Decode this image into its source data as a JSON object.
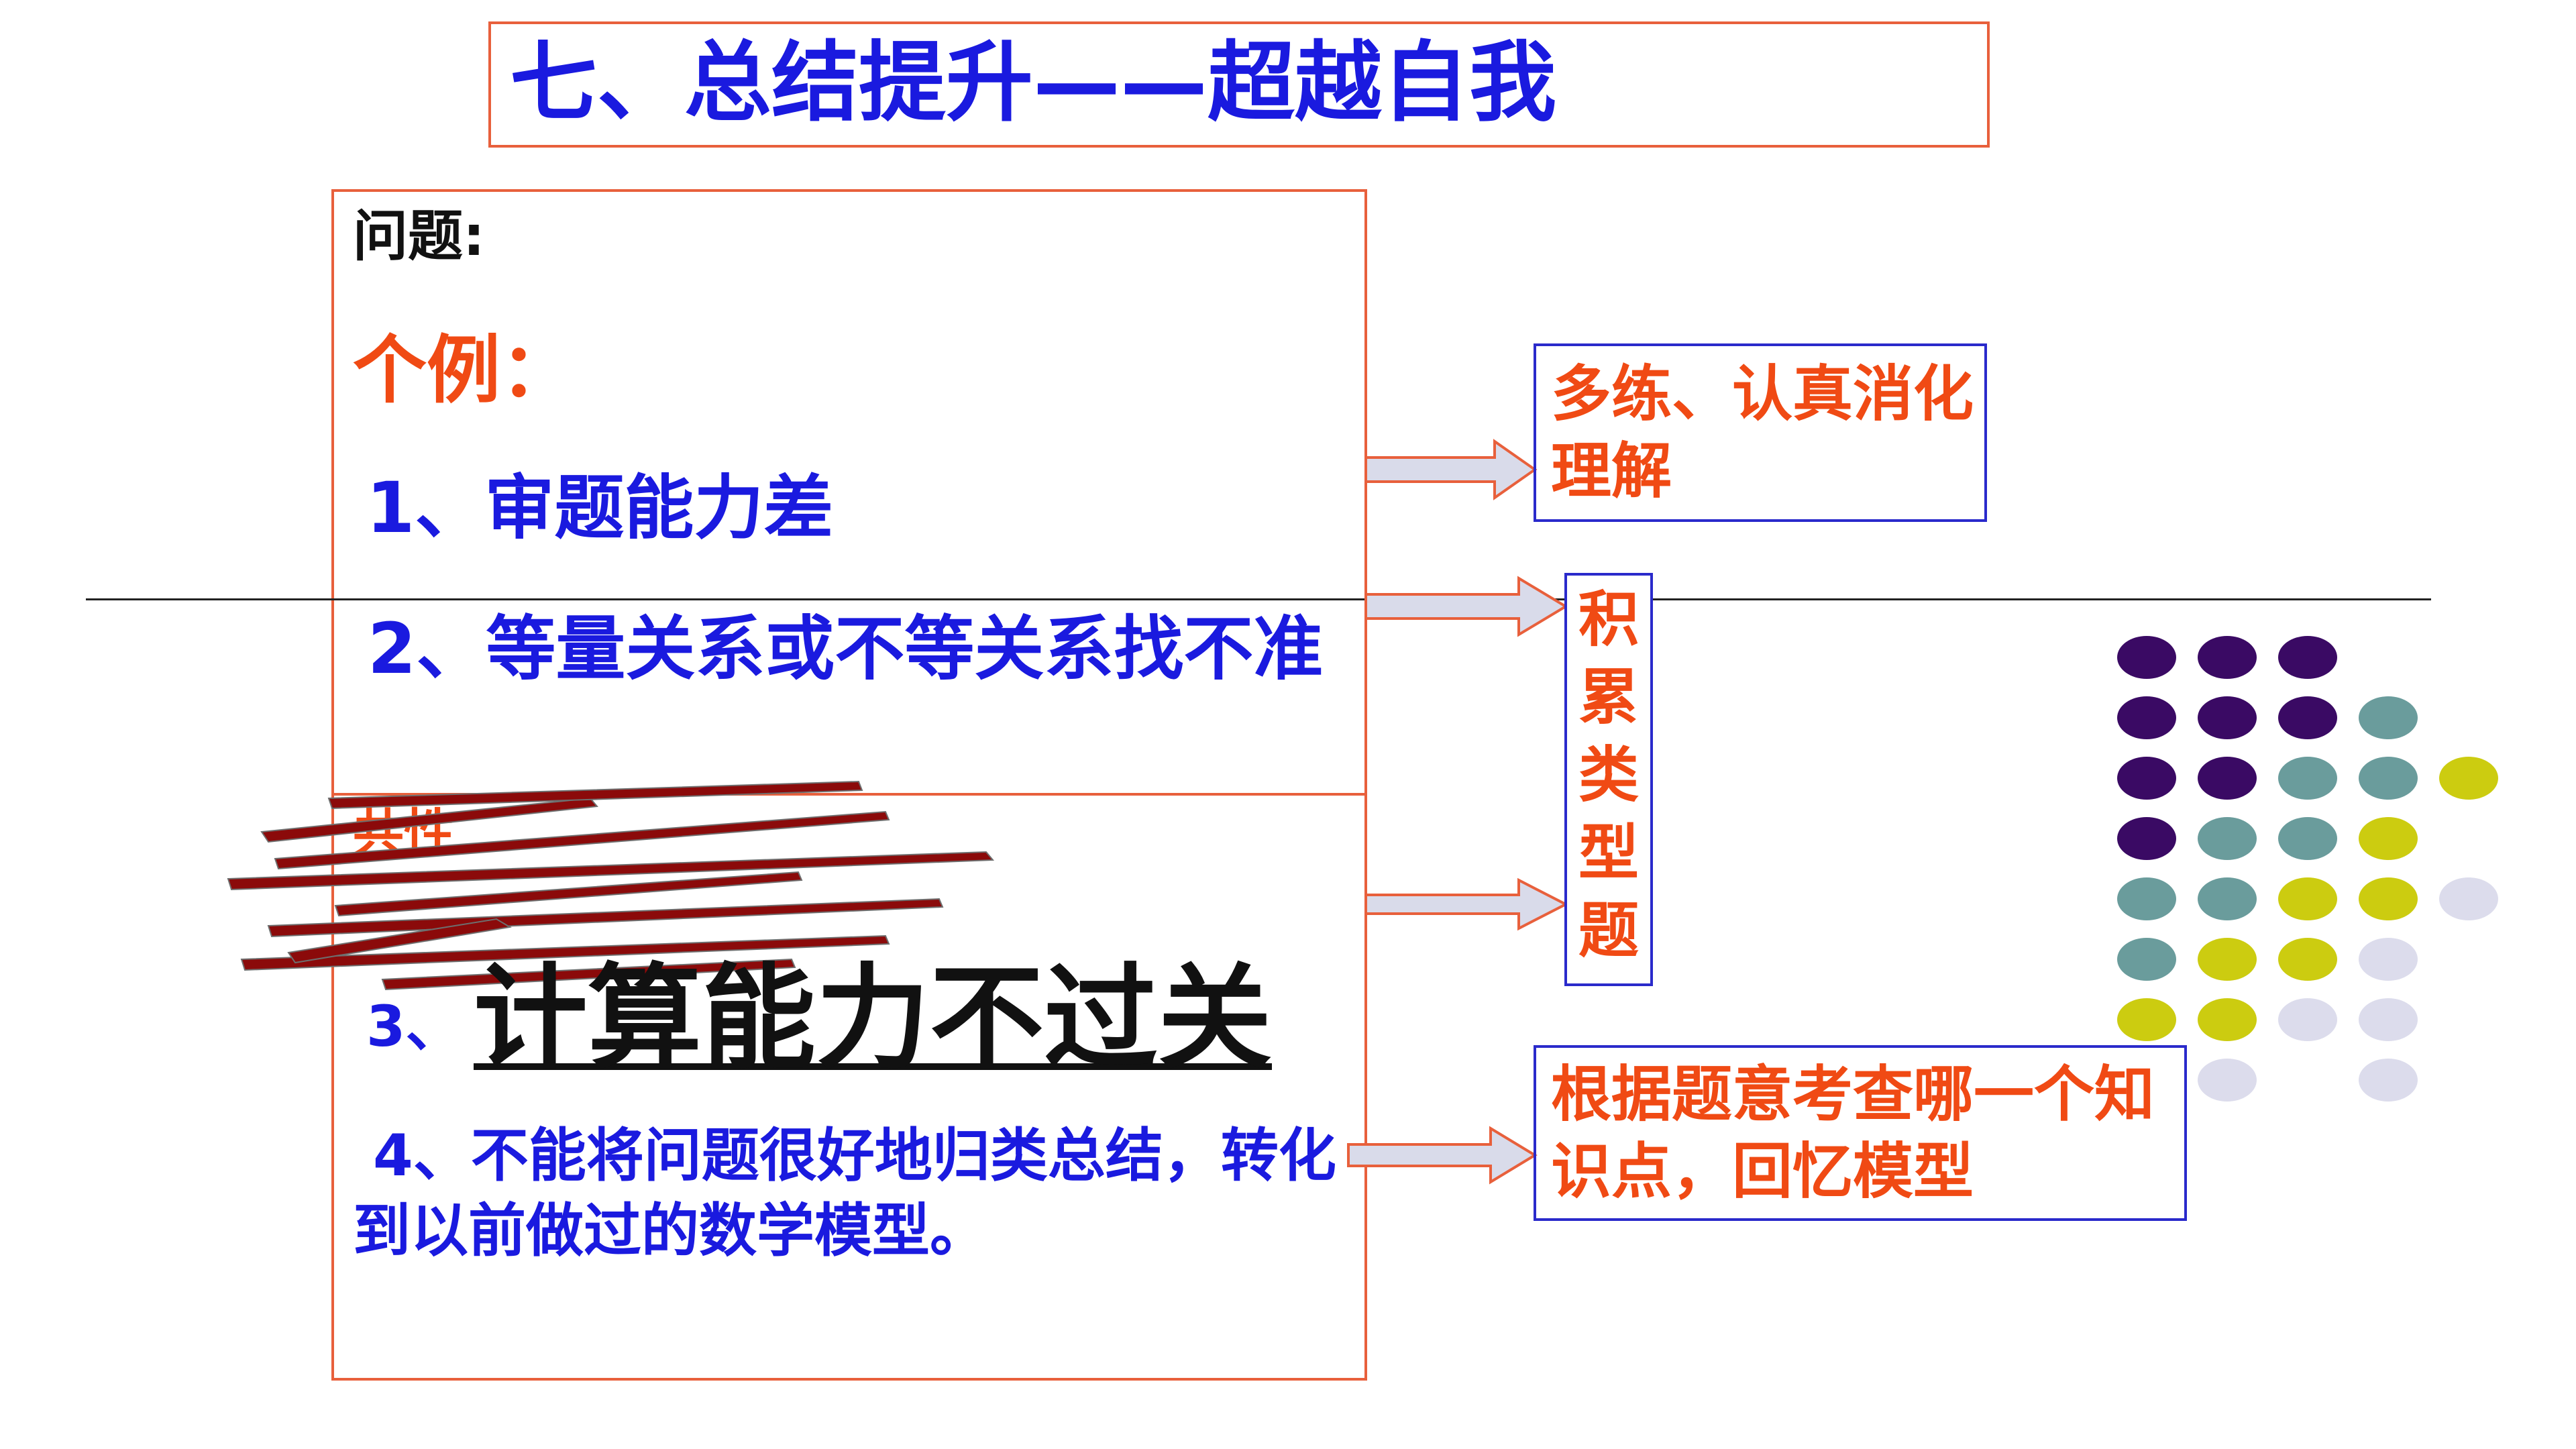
{
  "slide": {
    "title": "七、总结提升——超越自我",
    "question_label": "问题:",
    "example_label": "个例：",
    "item1": "1、审题能力差",
    "item2": "2、等量关系或不等关系找不准",
    "common_label": "共性",
    "item3_num": "3、",
    "item3_text": "计算能力不过关",
    "item4": "4、不能将问题很好地归类总结，转化到以前做过的数学模型。",
    "right1": "多练、认真消化理解",
    "right2_chars": [
      "积",
      "累",
      "类",
      "型",
      "题"
    ],
    "right3": "根据题意考查哪一个知识点，回忆模型"
  },
  "colors": {
    "title_blue": "#1a1adf",
    "accent_orange": "#f04a14",
    "box_border_orange": "#e8603c",
    "box_border_blue": "#2a2acb",
    "arrow_fill": "#d9dbea",
    "scribble_red": "#8b0a0a",
    "dot_purple": "#3a0a64",
    "dot_teal": "#6a9c9c",
    "dot_yellow": "#cccc10",
    "dot_lavender": "#dcdcec"
  }
}
